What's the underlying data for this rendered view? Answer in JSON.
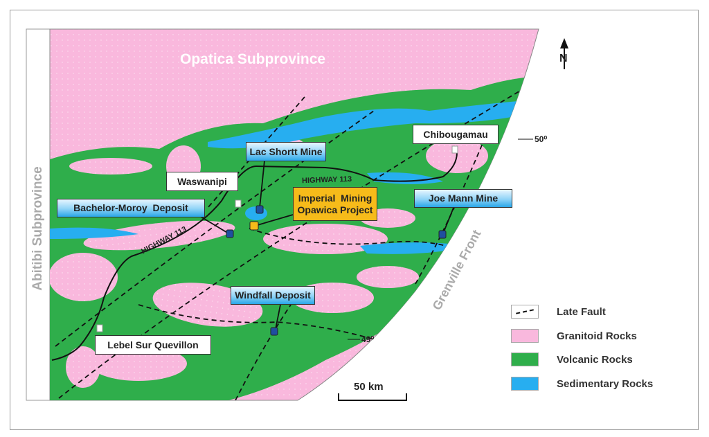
{
  "regions": {
    "opatica": "Opatica Subprovince",
    "abitibi": "Abitibi Subprovince",
    "grenville": "Grenville Front"
  },
  "places": {
    "chibougamau": "Chibougamau",
    "waswanipi": "Waswanipi",
    "lebel": "Lebel Sur Quevillon"
  },
  "mines": {
    "lac_shortt": "Lac Shortt Mine",
    "bachelor": "Bachelor-Moroy  Deposit",
    "imperial_line1": "Imperial  Mining",
    "imperial_line2": "Opawica Project",
    "joe_mann": "Joe Mann Mine",
    "windfall": "Windfall Deposit"
  },
  "roads": {
    "hw1": "HIGHWAY 113",
    "hw2": "HIGHWAY 113"
  },
  "latitudes": {
    "lat50": "50⁰",
    "lat49": "49⁰"
  },
  "north": "N",
  "scale": "50 km",
  "legend": [
    {
      "label": "Late Fault"
    },
    {
      "label": "Granitoid Rocks",
      "color": "#f9b8dd"
    },
    {
      "label": "Volcanic Rocks",
      "color": "#2fae4b"
    },
    {
      "label": "Sedimentary Rocks",
      "color": "#27aef0"
    }
  ],
  "colors": {
    "granitoid": "#f9b8dd",
    "volcanic": "#2fae4b",
    "sedimentary": "#27aef0",
    "project": "#f6bb1a",
    "deposit": "#1f4fa0"
  }
}
